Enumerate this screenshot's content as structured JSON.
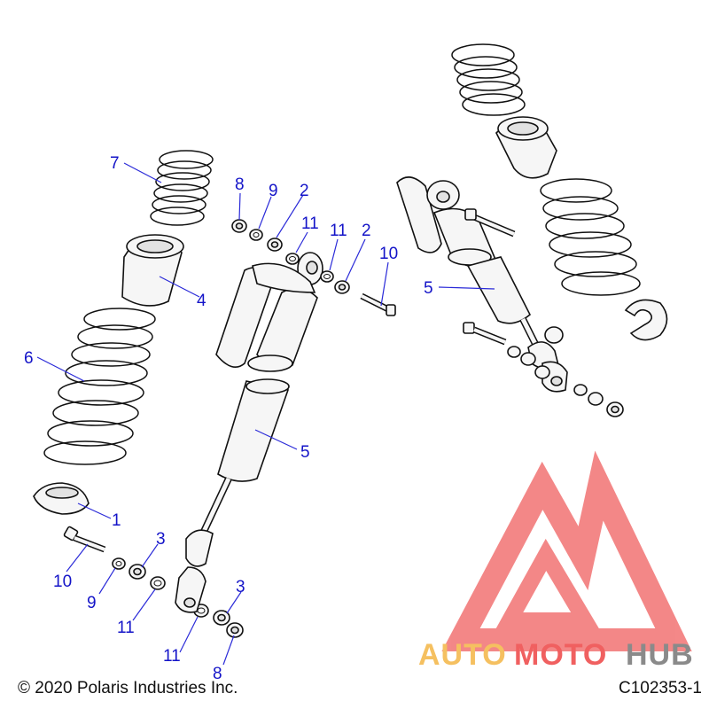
{
  "callouts": {
    "c7": "7",
    "c4": "4",
    "c6": "6",
    "c1": "1",
    "c10a": "10",
    "c9a": "9",
    "c3a": "3",
    "c11a": "11",
    "c3b": "3",
    "c11b": "11",
    "c8a": "8",
    "c8b": "8",
    "c9b": "9",
    "c2a": "2",
    "c11c": "11",
    "c11d": "11",
    "c2b": "2",
    "c10b": "10",
    "c5a": "5",
    "c5b": "5"
  },
  "footer": {
    "copyright": "© 2020 Polaris Industries Inc.",
    "drawing_id": "C102353-1"
  },
  "watermark": {
    "auto": "AUTO",
    "moto": "MOTO",
    "hub": "HUB"
  },
  "colors": {
    "callout": "#1414c8",
    "watermark_red": "#f06060",
    "watermark_orange": "#f5c060",
    "watermark_gray": "#8a8a8a"
  }
}
